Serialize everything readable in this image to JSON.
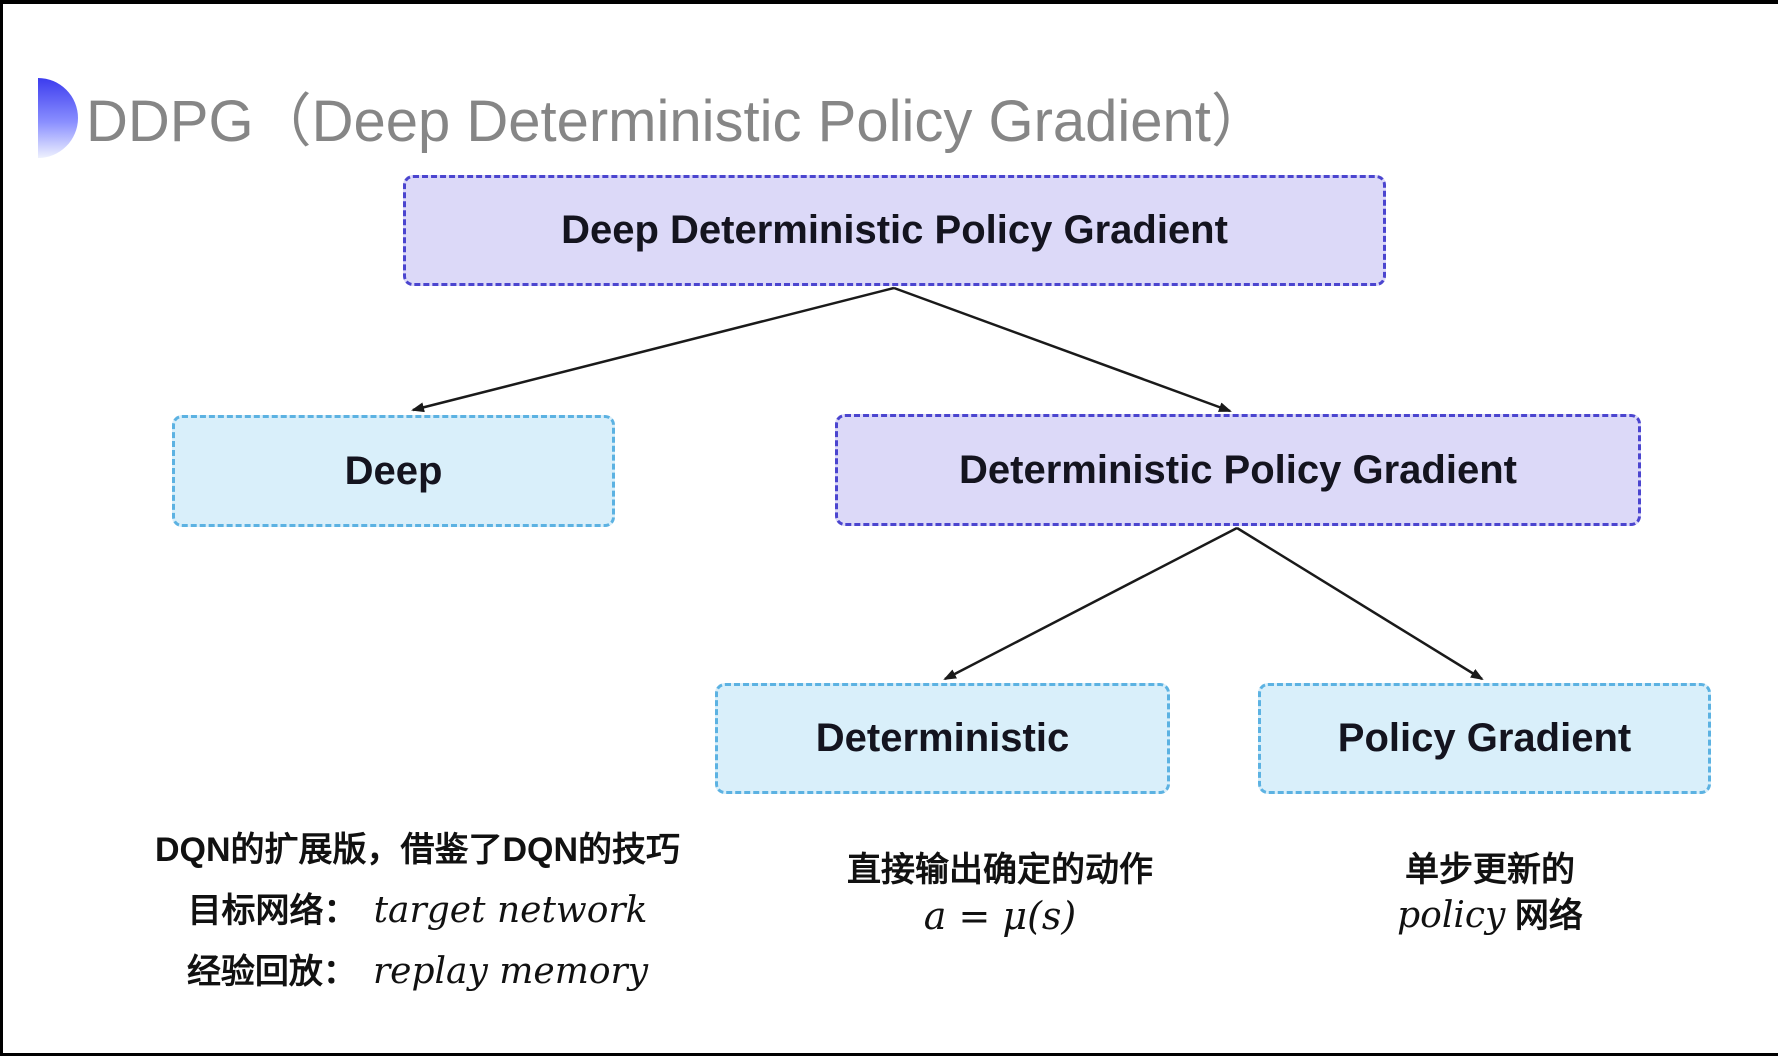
{
  "page": {
    "title": "DDPG（Deep Deterministic Policy Gradient）"
  },
  "colors": {
    "title_gray": "#868686",
    "lavender_fill": "#dcd9f8",
    "lavender_border": "#4b45cf",
    "cyan_fill": "#d9effa",
    "cyan_border": "#5cb2e2",
    "arrow": "#1a1a1a",
    "bullet_gradient_top": "#3c3cee",
    "bullet_gradient_bottom": "#eef1fe"
  },
  "diagram": {
    "root": {
      "label": "Deep Deterministic Policy Gradient"
    },
    "deep": {
      "label": "Deep"
    },
    "dpg": {
      "label": "Deterministic Policy Gradient"
    },
    "deterministic": {
      "label": "Deterministic"
    },
    "policy_gradient": {
      "label": "Policy Gradient"
    }
  },
  "annotations": {
    "deep_note": {
      "line1": "DQN的扩展版，借鉴了DQN的技巧",
      "line2_zh": "目标网络：",
      "line2_en": "target network",
      "line3_zh": "经验回放：",
      "line3_en": "replay memory"
    },
    "deterministic_note": {
      "line1": "直接输出确定的动作",
      "formula": "a = μ(s)"
    },
    "policy_gradient_note": {
      "line1": "单步更新的",
      "line2_en": "policy",
      "line2_zh": " 网络"
    }
  }
}
